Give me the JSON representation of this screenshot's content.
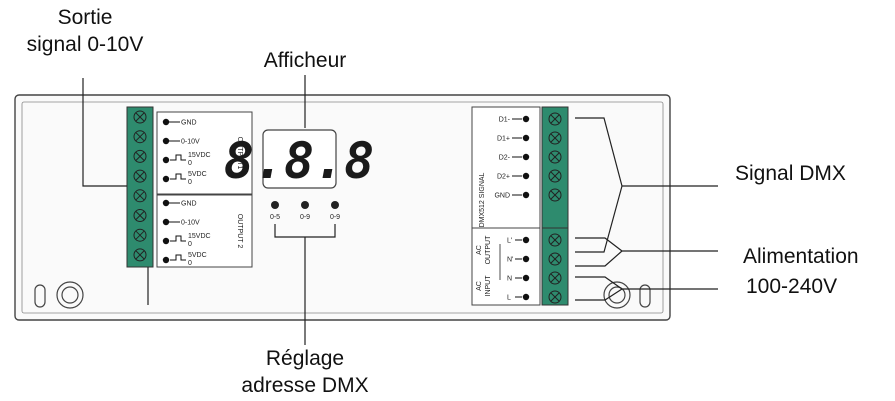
{
  "callouts": {
    "output_signal": [
      "Sortie",
      "signal 0-10V"
    ],
    "display": "Afficheur",
    "dmx_signal": "Signal DMX",
    "power": [
      "Alimentation",
      "100-240V"
    ],
    "dmx_address": [
      "Réglage",
      "adresse DMX"
    ]
  },
  "display": {
    "digits": "8.8.8"
  },
  "address_knobs": [
    "0-5",
    "0-9",
    "0-9"
  ],
  "output1": {
    "label": "OUTPUT1",
    "pins": [
      "GND",
      "0-10V",
      "15VDC",
      "0",
      "5VDC",
      "0"
    ]
  },
  "output2": {
    "label": "OUTPUT 2",
    "pins": [
      "GND",
      "0-10V",
      "15VDC",
      "0",
      "5VDC",
      "0"
    ]
  },
  "dmx_block": {
    "label": "DMX512 SIGNAL",
    "pins": [
      "D1-",
      "D1+",
      "D2-",
      "D2+",
      "GND"
    ]
  },
  "ac_block": {
    "output_label": [
      "AC",
      "OUTPUT"
    ],
    "input_label": [
      "AC",
      "INPUT"
    ],
    "pins": [
      "L'",
      "N'",
      "N",
      "L"
    ]
  },
  "colors": {
    "terminal_green": "#2e8b6e",
    "outline": "#444444"
  }
}
